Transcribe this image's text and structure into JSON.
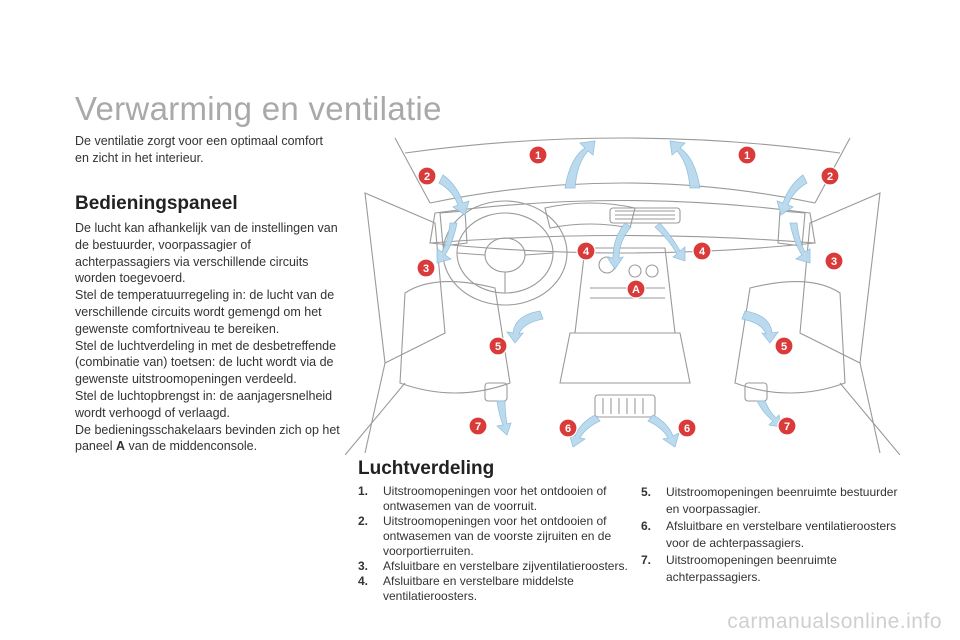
{
  "page": {
    "title": "Verwarming en ventilatie",
    "intro": "De ventilatie zorgt voor een optimaal comfort en zicht in het interieur."
  },
  "panel": {
    "heading": "Bedieningspaneel",
    "p1": "De lucht kan afhankelijk van de instellingen van de bestuurder, voorpassagier of achterpassagiers via verschillende circuits worden toegevoerd.",
    "p2": "Stel de temperatuurregeling in: de lucht van de verschillende circuits wordt gemengd om het gewenste comfortniveau te bereiken.",
    "p3": "Stel de luchtverdeling in met de desbetreffende (combinatie van) toetsen: de lucht wordt via de gewenste uitstroomopeningen verdeeld.",
    "p4": "Stel de luchtopbrengst in: de aanjagersnelheid wordt verhoogd of verlaagd.",
    "p5_pre": "De bedieningsschakelaars bevinden zich op het paneel",
    "p5_ref": "A",
    "p5_post": "van de middenconsole."
  },
  "distribution": {
    "heading": "Luchtverdeling",
    "items": [
      {
        "num": "1.",
        "text": "Uitstroomopeningen voor het ontdooien of ontwasemen van de voorruit."
      },
      {
        "num": "2.",
        "text": "Uitstroomopeningen voor het ontdooien of ontwasemen van de voorste zijruiten en de voorportierruiten."
      },
      {
        "num": "3.",
        "text": "Afsluitbare en verstelbare zijventilatieroosters."
      },
      {
        "num": "4.",
        "text": "Afsluitbare en verstelbare middelste ventilatieroosters."
      },
      {
        "num": "5.",
        "text": "Uitstroomopeningen beenruimte bestuurder en voorpassagier."
      },
      {
        "num": "6.",
        "text": "Afsluitbare en verstelbare ventilatieroosters voor de achterpassagiers."
      },
      {
        "num": "7.",
        "text": "Uitstroomopeningen beenruimte achterpassagiers."
      }
    ]
  },
  "diagram": {
    "markers": [
      "1",
      "1",
      "2",
      "2",
      "3",
      "3",
      "4",
      "4",
      "A",
      "5",
      "5",
      "6",
      "6",
      "7",
      "7"
    ],
    "marker_color": "#d93a3a",
    "arrow_color": "#b9d9ee"
  },
  "footer": "carmanualsonline.info"
}
